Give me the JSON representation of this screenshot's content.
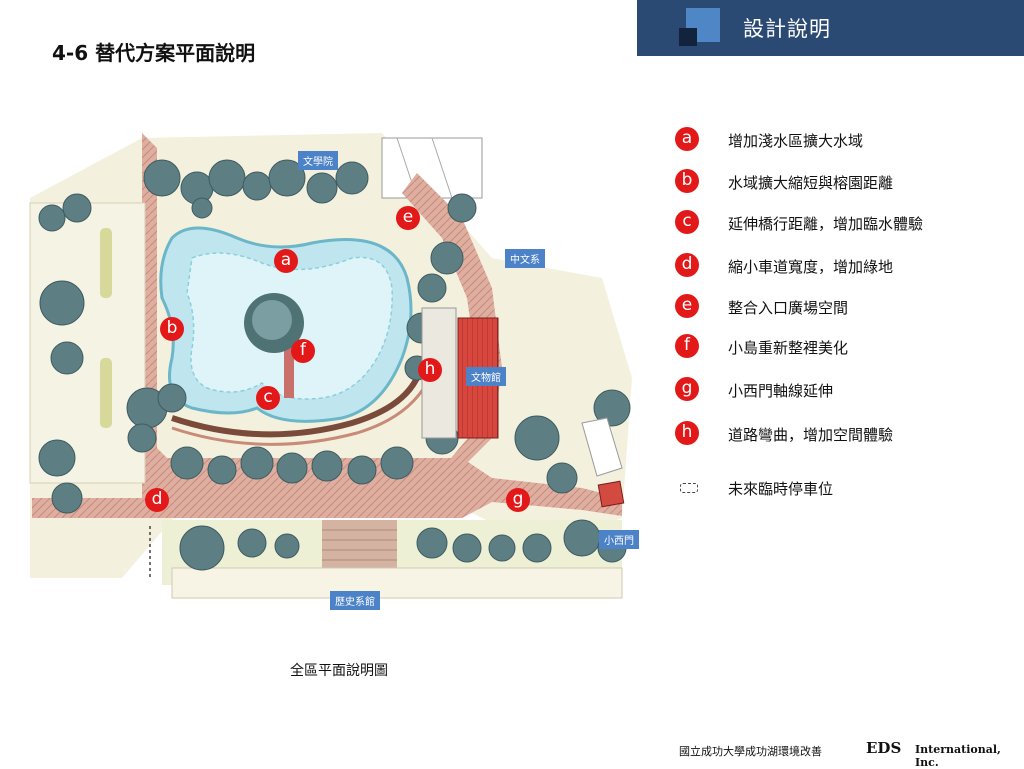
{
  "header": {
    "title": "設計說明"
  },
  "page": {
    "title": "4-6   替代方案平面說明"
  },
  "plan": {
    "caption": "全區平面說明圖",
    "building_labels": [
      "文學院",
      "中文系",
      "文物館",
      "小西門",
      "歷史系館"
    ],
    "markers": [
      "e",
      "a",
      "b",
      "f",
      "h",
      "c",
      "d",
      "g"
    ]
  },
  "legend": [
    {
      "marker": "a",
      "text": "增加淺水區擴大水域"
    },
    {
      "marker": "b",
      "text": "水域擴大縮短與榕園距離"
    },
    {
      "marker": "c",
      "text": "延伸橋行距離，增加臨水體驗"
    },
    {
      "marker": "d",
      "text": "縮小車道寬度，增加綠地"
    },
    {
      "marker": "e",
      "text": "整合入口廣場空間"
    },
    {
      "marker": "f",
      "text": "小島重新整裡美化"
    },
    {
      "marker": "g",
      "text": "小西門軸線延伸"
    },
    {
      "marker": "h",
      "text": "道路彎曲，增加空間體驗"
    },
    {
      "marker": "",
      "text": "未來臨時停車位"
    }
  ],
  "footer": {
    "university": "國立成功大學成功湖環境改善",
    "brand": "EDS",
    "company": "International, Inc."
  },
  "colors": {
    "header_bg": "#2b4a73",
    "marker_red": "#e31818",
    "label_blue": "#4c82c7",
    "water": "#bfe6ef",
    "tree": "#5d7f84",
    "paving": "#d9a79a"
  }
}
